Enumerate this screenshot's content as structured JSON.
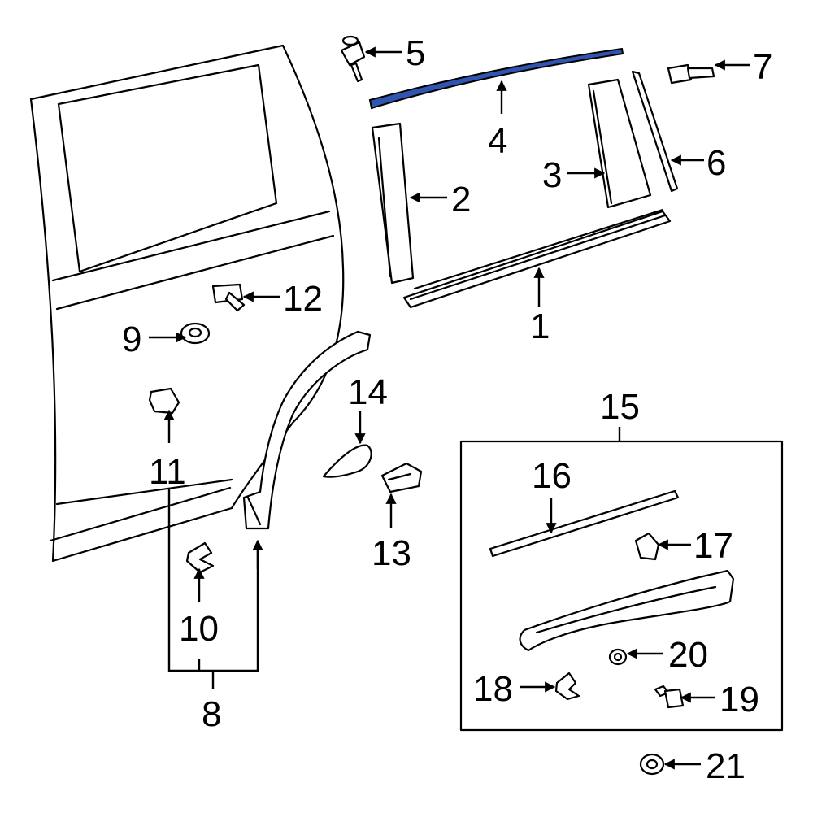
{
  "diagram": {
    "highlight_color": "#2f55b0",
    "highlighted_part": "4",
    "callouts": {
      "p1": "1",
      "p2": "2",
      "p3": "3",
      "p4": "4",
      "p5": "5",
      "p6": "6",
      "p7": "7",
      "p8": "8",
      "p9": "9",
      "p10": "10",
      "p11": "11",
      "p12": "12",
      "p13": "13",
      "p14": "14",
      "p15": "15",
      "p16": "16",
      "p17": "17",
      "p18": "18",
      "p19": "19",
      "p20": "20",
      "p21": "21"
    }
  }
}
